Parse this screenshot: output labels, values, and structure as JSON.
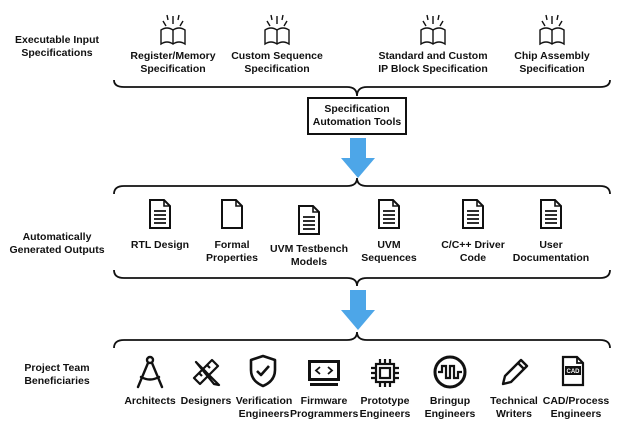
{
  "sections": {
    "inputs_label": "Executable Input\nSpecifications",
    "outputs_label": "Automatically\nGenerated Outputs",
    "team_label": "Project Team\nBeneficiaries"
  },
  "inputs": [
    {
      "label": "Register/Memory\nSpecification",
      "icon": "open-book-icon"
    },
    {
      "label": "Custom Sequence\nSpecification",
      "icon": "open-book-icon"
    },
    {
      "label": "Standard and Custom\nIP Block Specification",
      "icon": "open-book-icon"
    },
    {
      "label": "Chip Assembly\nSpecification",
      "icon": "open-book-icon"
    }
  ],
  "tools": {
    "label": "Specification\nAutomation Tools"
  },
  "outputs": [
    {
      "label": "RTL Design",
      "icon": "document-icon"
    },
    {
      "label": "Formal\nProperties",
      "icon": "document-icon"
    },
    {
      "label": "UVM Testbench\nModels",
      "icon": "document-icon"
    },
    {
      "label": "UVM\nSequences",
      "icon": "document-icon"
    },
    {
      "label": "C/C++ Driver\nCode",
      "icon": "document-icon"
    },
    {
      "label": "User\nDocumentation",
      "icon": "document-icon"
    }
  ],
  "team": [
    {
      "label": "Architects",
      "icon": "compass-icon"
    },
    {
      "label": "Designers",
      "icon": "pencil-ruler-icon"
    },
    {
      "label": "Verification\nEngineers",
      "icon": "shield-check-icon"
    },
    {
      "label": "Firmware\nProgrammers",
      "icon": "code-monitor-icon"
    },
    {
      "label": "Prototype\nEngineers",
      "icon": "chip-icon"
    },
    {
      "label": "Bringup\nEngineers",
      "icon": "waveform-icon"
    },
    {
      "label": "Technical\nWriters",
      "icon": "pencil-icon"
    },
    {
      "label": "CAD/Process\nEngineers",
      "icon": "cad-file-icon"
    }
  ],
  "cad_badge": "CAD",
  "colors": {
    "arrow": "#4da6e8",
    "stroke": "#111111"
  }
}
